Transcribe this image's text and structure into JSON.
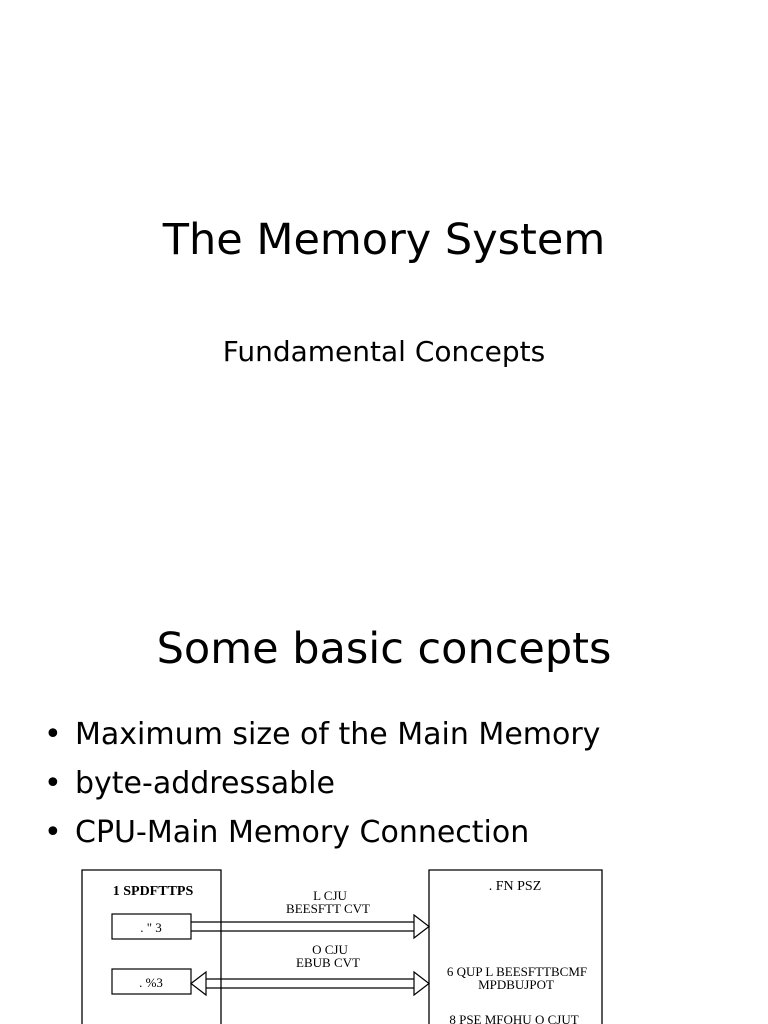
{
  "slide1": {
    "title": "The Memory System",
    "subtitle": "Fundamental Concepts"
  },
  "slide2": {
    "title": "Some basic concepts",
    "bullets": [
      "Maximum size of the Main Memory",
      "byte-addressable",
      "CPU-Main Memory Connection"
    ]
  },
  "diagram": {
    "processor_label": "1 SPDFTTPS",
    "mar_label": ". \" 3",
    "mdr_label": ". %3",
    "address_bus_top": "L CJU",
    "address_bus_bottom": "BEESFTT CVT",
    "data_bus_top": "O CJU",
    "data_bus_bottom": "EBUB CVT",
    "memory_label": ". FN PSZ",
    "memory_line1": "6 QUP   L BEESFTTBCMF",
    "memory_line2": "MPDBUJPOT",
    "memory_line3": "8 PSE MFOHU    O CJUT"
  }
}
